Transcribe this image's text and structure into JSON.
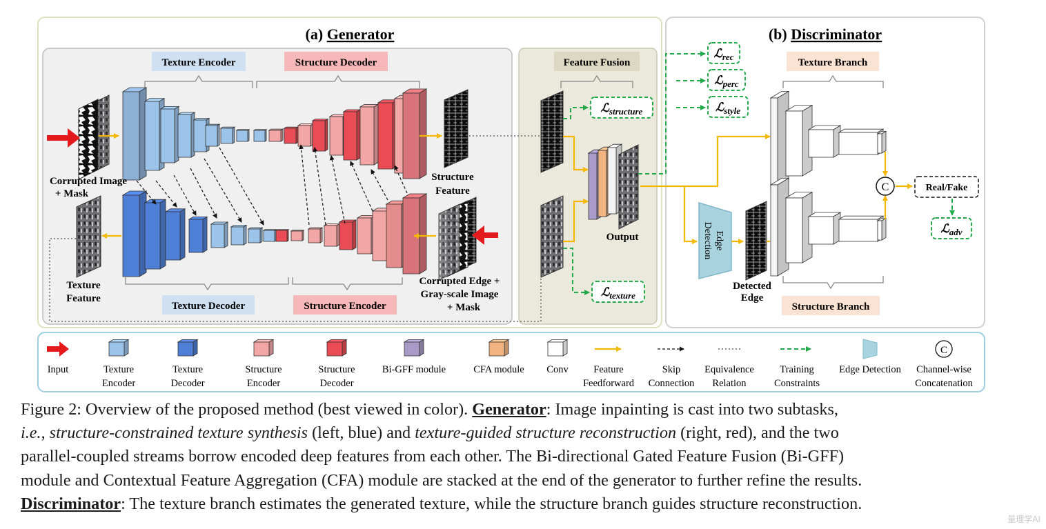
{
  "generator": {
    "title_prefix": "(a) ",
    "title": "Generator",
    "texture_encoder": "Texture Encoder",
    "structure_decoder": "Structure Decoder",
    "texture_decoder": "Texture Decoder",
    "structure_encoder": "Structure Encoder",
    "feature_fusion": "Feature Fusion",
    "corrupted_image_1": "Corrupted Image",
    "corrupted_image_2": "+ Mask",
    "structure_feature_1": "Structure",
    "structure_feature_2": "Feature",
    "texture_feature_1": "Texture",
    "texture_feature_2": "Feature",
    "corrupted_edge_1": "Corrupted Edge +",
    "corrupted_edge_2": "Gray-scale Image",
    "corrupted_edge_3": "+ Mask",
    "output": "Output"
  },
  "losses": {
    "structure": "structure",
    "texture": "texture",
    "rec": "rec",
    "perc": "perc",
    "style": "style",
    "adv": "adv",
    "symbol": "ℒ"
  },
  "discriminator": {
    "title_prefix": "(b) ",
    "title": "Discriminator",
    "texture_branch": "Texture Branch",
    "structure_branch": "Structure Branch",
    "edge_detection_1": "Edge",
    "edge_detection_2": "Detection",
    "detected_edge_1": "Detected",
    "detected_edge_2": "Edge",
    "real_fake": "Real/Fake",
    "concat_symbol": "C"
  },
  "legend": {
    "items": [
      {
        "l1": "Input",
        "l2": ""
      },
      {
        "l1": "Texture",
        "l2": "Encoder"
      },
      {
        "l1": "Texture",
        "l2": "Decoder"
      },
      {
        "l1": "Structure",
        "l2": "Encoder"
      },
      {
        "l1": "Structure",
        "l2": "Decoder"
      },
      {
        "l1": "Bi-GFF module",
        "l2": ""
      },
      {
        "l1": "CFA module",
        "l2": ""
      },
      {
        "l1": "Conv",
        "l2": ""
      },
      {
        "l1": "Feature",
        "l2": "Feedforward"
      },
      {
        "l1": "Skip",
        "l2": "Connection"
      },
      {
        "l1": "Equivalence",
        "l2": "Relation"
      },
      {
        "l1": "Training",
        "l2": "Constraints"
      },
      {
        "l1": "Edge Detection",
        "l2": ""
      },
      {
        "l1": "Channel-wise",
        "l2": "Concatenation"
      }
    ]
  },
  "caption": {
    "l1a": "Figure 2: Overview of the proposed method (best viewed in color). ",
    "l1b": "Generator",
    "l1c": ": Image inpainting is cast into two subtasks,",
    "l2a": "i.e.",
    "l2b": ", ",
    "l2c": "structure-constrained texture synthesis",
    "l2d": " (left, blue) and ",
    "l2e": "texture-guided structure reconstruction",
    "l2f": " (right, red), and the two",
    "l3": "parallel-coupled streams borrow encoded deep features from each other. The Bi-directional Gated Feature Fusion (Bi-GFF)",
    "l4": "module and Contextual Feature Aggregation (CFA) module are stacked at the end of the generator to further refine the results.",
    "l5a": "Discriminator",
    "l5b": ": The texture branch estimates the generated texture, while the structure branch guides structure reconstruction."
  },
  "watermark": "量理学AI",
  "colors": {
    "texture_encoder": "#9cc3ea",
    "texture_decoder": "#4f7fd6",
    "structure_encoder": "#f2a6a6",
    "structure_decoder": "#e94c55",
    "bigff": "#a89bc8",
    "cfa": "#f2b582",
    "feedforward": "#f5b800",
    "training": "#22a94a",
    "input": "#e41a1c",
    "edge_detection": "#a9d4df"
  }
}
